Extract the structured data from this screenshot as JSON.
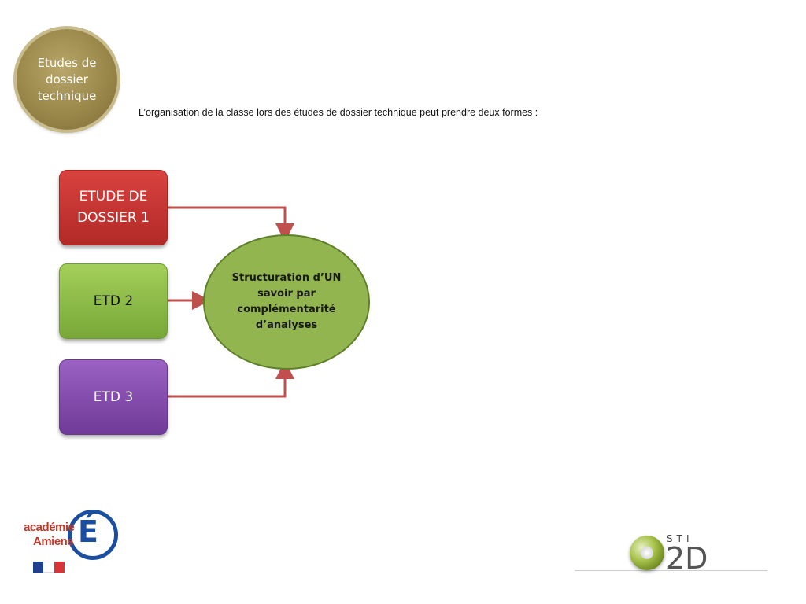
{
  "badge": {
    "label": "Etudes de dossier technique"
  },
  "intro": {
    "text": "L’organisation de la classe lors des études de dossier technique peut prendre deux formes :"
  },
  "diagram": {
    "box1": "ETUDE DE DOSSIER 1",
    "box2": "ETD 2",
    "box3": "ETD 3",
    "center": "Structuration d’UN savoir par complémentarité d’analyses"
  },
  "logos": {
    "academie_line1": "académie",
    "academie_line2": "Amiens",
    "sti_small": "STI",
    "sti_big": "2D"
  },
  "colors": {
    "box1": "#c0312e",
    "box2": "#8dbf48",
    "box3": "#8550b0",
    "center": "#92b54f",
    "arrow": "#c0504d",
    "badge": "#9a874a"
  }
}
